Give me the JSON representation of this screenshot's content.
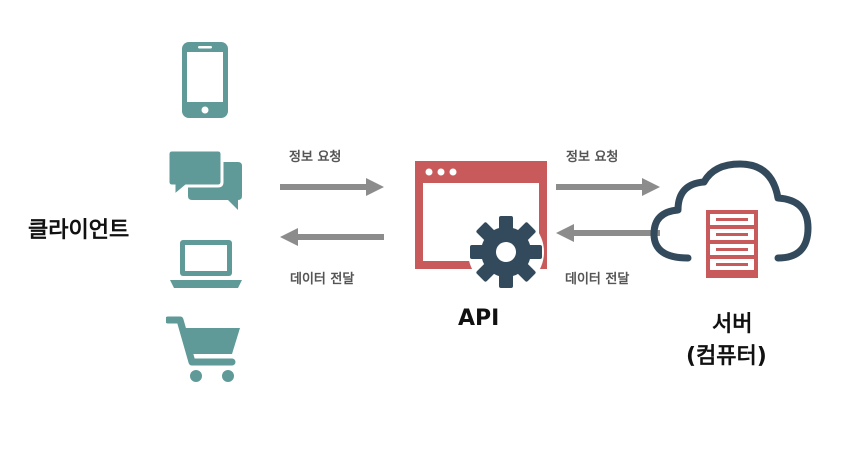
{
  "client": {
    "label": "클라이언트"
  },
  "api": {
    "label": "API"
  },
  "server": {
    "label_line1": "서버",
    "label_line2": "(컴퓨터)"
  },
  "arrows": {
    "client_to_api": "정보 요청",
    "api_to_client": "데이터 전달",
    "api_to_server": "정보 요청",
    "server_to_api": "데이터 전달"
  },
  "colors": {
    "client_icons": "#5f9a98",
    "api_window": "#c85a5c",
    "gear": "#324a5c",
    "cloud": "#324a5c",
    "server_rack": "#c85a5c",
    "arrow": "#8c8c8c"
  },
  "icons": {
    "client": [
      "smartphone-icon",
      "chat-bubbles-icon",
      "laptop-icon",
      "shopping-cart-icon"
    ],
    "api": [
      "browser-window-icon",
      "gear-icon"
    ],
    "server": [
      "cloud-icon",
      "server-rack-icon"
    ]
  }
}
